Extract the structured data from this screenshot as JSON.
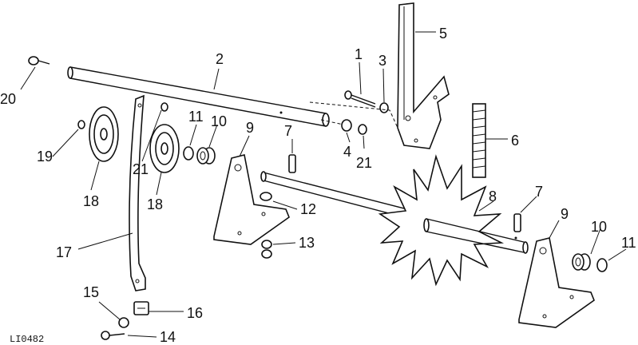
{
  "figure_code": "LI0482",
  "callouts": [
    {
      "id": "c1",
      "text": "1"
    },
    {
      "id": "c2",
      "text": "2"
    },
    {
      "id": "c3",
      "text": "3"
    },
    {
      "id": "c4",
      "text": "4"
    },
    {
      "id": "c5",
      "text": "5"
    },
    {
      "id": "c6",
      "text": "6"
    },
    {
      "id": "c7a",
      "text": "7"
    },
    {
      "id": "c7b",
      "text": "7"
    },
    {
      "id": "c8",
      "text": "8"
    },
    {
      "id": "c9a",
      "text": "9"
    },
    {
      "id": "c9b",
      "text": "9"
    },
    {
      "id": "c10a",
      "text": "10"
    },
    {
      "id": "c10b",
      "text": "10"
    },
    {
      "id": "c11a",
      "text": "11"
    },
    {
      "id": "c11b",
      "text": "11"
    },
    {
      "id": "c12",
      "text": "12"
    },
    {
      "id": "c13",
      "text": "13"
    },
    {
      "id": "c14",
      "text": "14"
    },
    {
      "id": "c15",
      "text": "15"
    },
    {
      "id": "c16",
      "text": "16"
    },
    {
      "id": "c17",
      "text": "17"
    },
    {
      "id": "c18a",
      "text": "18"
    },
    {
      "id": "c18b",
      "text": "18"
    },
    {
      "id": "c19",
      "text": "19"
    },
    {
      "id": "c20",
      "text": "20"
    },
    {
      "id": "c21a",
      "text": "21"
    },
    {
      "id": "c21b",
      "text": "21"
    }
  ]
}
